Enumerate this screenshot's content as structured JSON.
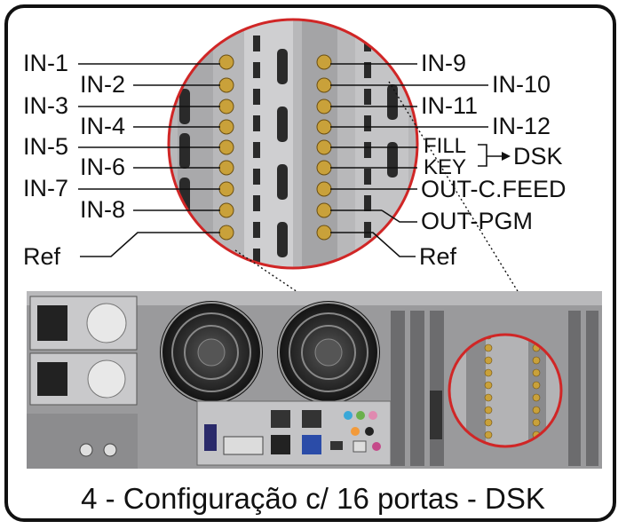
{
  "caption": "4 - Configuração c/ 16 portas - DSK",
  "labels_left": [
    "IN-1",
    "IN-2",
    "IN-3",
    "IN-4",
    "IN-5",
    "IN-6",
    "IN-7",
    "IN-8",
    "Ref"
  ],
  "labels_right": [
    "IN-9",
    "IN-10",
    "IN-11",
    "IN-12",
    "FILL",
    "KEY",
    "OUT-C.FEED",
    "OUT-PGM",
    "Ref"
  ],
  "dsk_label": "DSK",
  "colors": {
    "accent_circle": "#d02626",
    "line": "#111111",
    "connector_gold": "#c9a13a",
    "chassis": "#9a9a9c"
  },
  "icons": [
    "fan-icon",
    "power-supply-icon",
    "bnc-connector-icon",
    "arrow-right-icon"
  ]
}
